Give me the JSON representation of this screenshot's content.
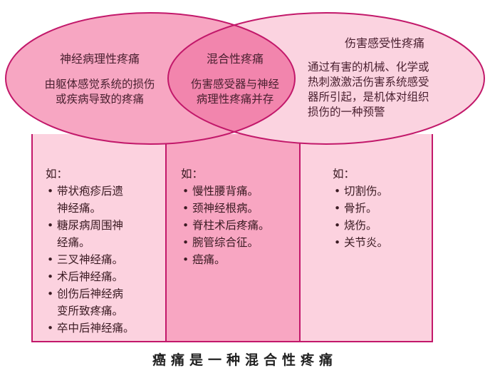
{
  "colors": {
    "border": "#c2186a",
    "left_fill": "#f7a6c2",
    "overlap_fill": "#f285ad",
    "right_fill": "#fbd3e0",
    "box_left": "#fcd2df",
    "box_middle": "#f8a6c2",
    "box_right": "#fcd2df"
  },
  "venn": {
    "left": {
      "title": "神经病理性疼痛",
      "lines": [
        "由躯体感觉系统的损伤",
        "或疾病导致的疼痛"
      ]
    },
    "overlap": {
      "title": "混合性疼痛",
      "lines": [
        "伤害感受器与神经",
        "病理性疼痛并存"
      ]
    },
    "right": {
      "title": "伤害感受性疼痛",
      "lines": [
        "通过有害的机械、化学或",
        "热刺激激活伤害系统感受",
        "器所引起，是机体对组织",
        "损伤的一种预警"
      ]
    }
  },
  "boxes": {
    "left": {
      "prefix": "如：",
      "items": [
        "带状疱疹后遗",
        "神经痛。",
        "糖尿病周围神",
        "经痛。",
        "三叉神经痛。",
        "术后神经痛。",
        "创伤后神经病",
        "变所致疼痛。",
        "卒中后神经痛。"
      ]
    },
    "middle": {
      "prefix": "如：",
      "items": [
        "慢性腰背痛。",
        "颈神经根病。",
        "脊柱术后疼痛。",
        "腕管综合征。",
        "癌痛。"
      ]
    },
    "right": {
      "prefix": "如：",
      "items": [
        "切割伤。",
        "骨折。",
        "烧伤。",
        "关节炎。"
      ]
    }
  },
  "footer": {
    "caption": "癌痛是一种混合性疼痛"
  }
}
